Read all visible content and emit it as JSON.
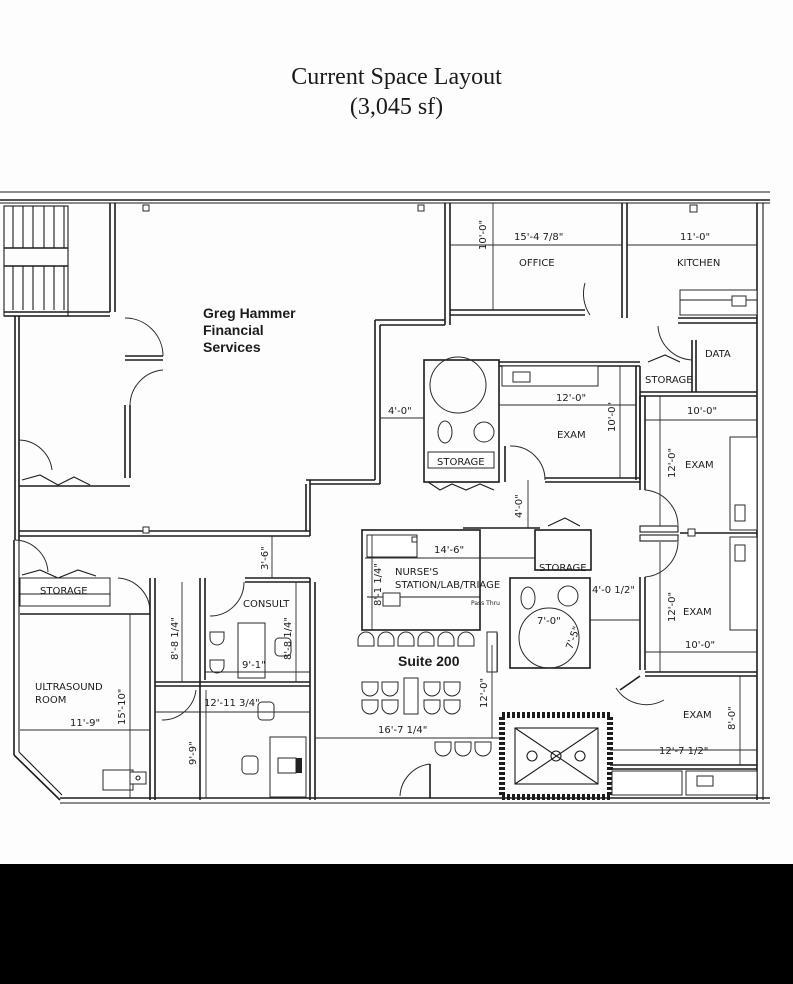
{
  "header": {
    "title": "Current Space Layout",
    "subtitle": "(3,045 sf)"
  },
  "tenants": {
    "neighbor": {
      "line1": "Greg Hammer",
      "line2": "Financial",
      "line3": "Services"
    },
    "suite": "Suite 200"
  },
  "rooms": {
    "office": "OFFICE",
    "kitchen": "KITCHEN",
    "data": "DATA",
    "storage_top_right": "STORAGE",
    "storage_restroom": "STORAGE",
    "exam_1": "EXAM",
    "exam_2": "EXAM",
    "exam_3": "EXAM",
    "exam_4": "EXAM",
    "nurse_line1": "NURSE'S",
    "nurse_line2": "STATION/LAB/TRIAGE",
    "pass_thru": "Pass Thru",
    "storage_center": "STORAGE",
    "consult": "CONSULT",
    "storage_left": "STORAGE",
    "ultrasound_line1": "ULTRASOUND",
    "ultrasound_line2": "ROOM"
  },
  "dimensions": {
    "office_width": "15'-4 7/8\"",
    "office_depth": "10'-0\"",
    "kitchen_width": "11'-0\"",
    "exam1_width": "12'-0\"",
    "exam1_depth": "10'-0\"",
    "corridor_left": "4'-0\"",
    "exam2_width": "10'-0\"",
    "exam2_depth": "12'-0\"",
    "corridor_center": "4'-0\"",
    "nurse_width": "14'-6\"",
    "nurse_depth": "8'-1 1/4\"",
    "restroom_width": "4'-0 1/2\"",
    "restroom_circle": "7'-0\"",
    "restroom_circle_2": "7'-5\"",
    "exam3_depth": "12'-0\"",
    "exam3_width": "10'-0\"",
    "corridor_consult": "3'-6\"",
    "consult_depth": "8'-8 1/4\"",
    "consult_depth_2": "8'-8 1/4\"",
    "consult_width": "9'-1\"",
    "office_bottom_width": "12'-11 3/4\"",
    "office_bottom_depth": "9'-9\"",
    "ultrasound_width": "11'-9\"",
    "ultrasound_depth": "15'-10\"",
    "waiting_width": "16'-7 1/4\"",
    "waiting_depth": "12'-0\"",
    "exam4_width": "12'-7 1/2\"",
    "exam4_depth": "8'-0\""
  }
}
